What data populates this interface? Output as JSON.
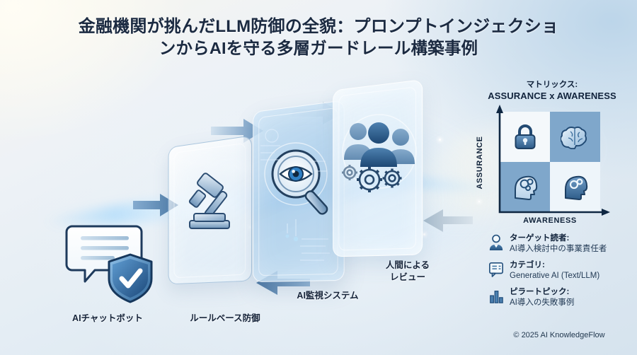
{
  "title": {
    "line1": "金融機関が挑んだLLM防御の全貌：プロンプトインジェクショ",
    "line2": "ンからAIを守る多層ガードレール構築事例"
  },
  "illustration": {
    "labels": {
      "chatbot": "AIチャットボット",
      "rule_based": "ルールベース防御",
      "monitoring": "AI監視システム",
      "human_review": "人間による\nレビュー"
    },
    "icons": {
      "chat": "chat-bubble-icon",
      "shield": "shield-check-icon",
      "gavel": "gavel-icon",
      "eye_magnifier": "magnifier-eye-icon",
      "people": "people-group-icon",
      "gears": "gears-icon"
    }
  },
  "matrix": {
    "title_line1": "マトリックス:",
    "title_line2": "ASSURANCE x AWARENESS",
    "y_axis": "ASSURANCE",
    "x_axis": "AWARENESS",
    "quadrants": [
      {
        "position": "top-left",
        "icon": "padlock-icon",
        "fill": "#f4f8fb"
      },
      {
        "position": "top-right",
        "icon": "brain-icon",
        "fill": "#7fa7cb"
      },
      {
        "position": "bottom-left",
        "icon": "head-gears-icon",
        "fill": "#7fa7cb"
      },
      {
        "position": "bottom-right",
        "icon": "head-cogwheel-icon",
        "fill": "#eef5fa"
      }
    ]
  },
  "legend": {
    "items": [
      {
        "icon": "person-business-icon",
        "heading": "ターゲット読者:",
        "detail": "AI導入検討中の事業責任者"
      },
      {
        "icon": "category-card-icon",
        "heading": "カテゴリ:",
        "detail": "Generative AI (Text/LLM)"
      },
      {
        "icon": "bar-chart-icon",
        "heading": "ピラートピック:",
        "detail": "AI導入の失敗事例"
      }
    ]
  },
  "footer": {
    "copyright": "© 2025 AI KnowledgeFlow"
  },
  "colors": {
    "title_text": "#1b2a41",
    "accent_blue": "#3f74a8",
    "matrix_blue": "#7fa7cb",
    "bg_top_left": "#fbf8ef",
    "bg_top_right": "#c9dbea",
    "bg_bottom": "#dce7f0"
  }
}
